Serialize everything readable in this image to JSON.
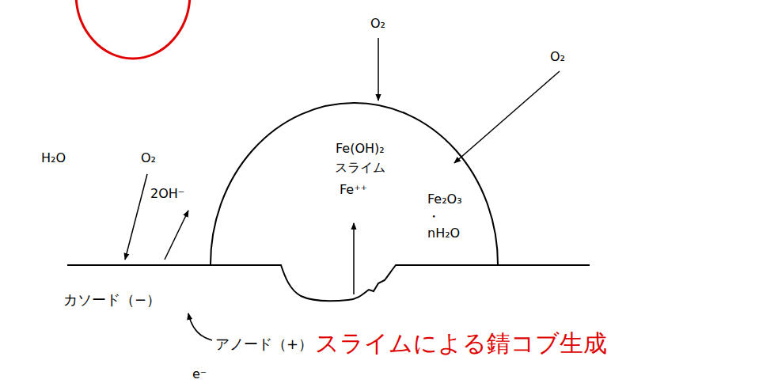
{
  "diagram": {
    "nodes": [
      {
        "text": [
          "Fe(OH)₂",
          "スライム",
          "Fe⁺⁺",
          "Fe₂O₃ ・nH₂O"
        ]
      }
    ],
    "labels": [
      "O₂",
      "O₂",
      "H₂O",
      "O₂",
      "2OH⁻",
      "カソード（−）",
      "アノード（+）",
      "e⁻",
      "スライムによる錆コブ生成"
    ]
  }
}
